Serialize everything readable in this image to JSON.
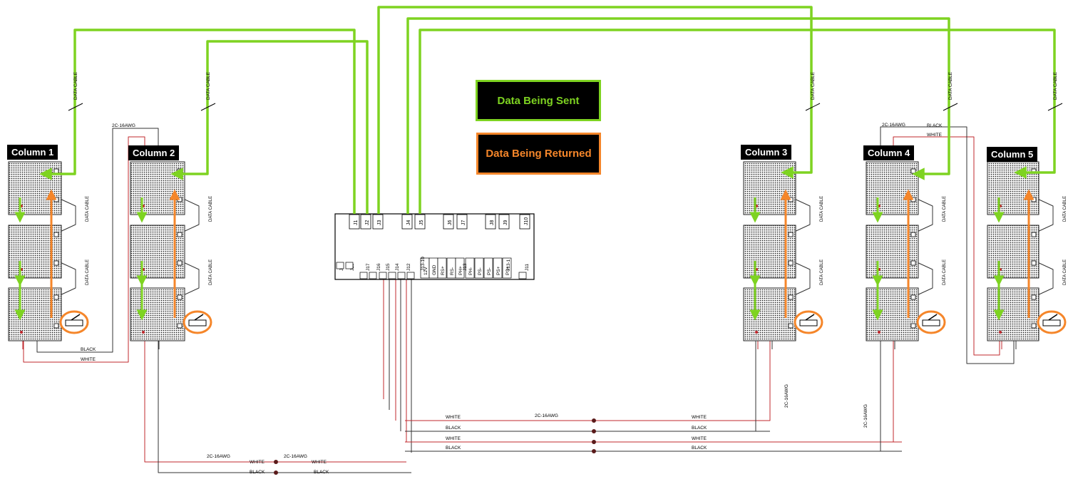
{
  "legend": {
    "sent_label": "Data Being Sent",
    "returned_label": "Data Being Returned",
    "sent_color": "#7ed321",
    "returned_color": "#f5862a"
  },
  "columns": [
    {
      "label": "Column 1"
    },
    {
      "label": "Column 2"
    },
    {
      "label": "Column 3"
    },
    {
      "label": "Column 4"
    },
    {
      "label": "Column 5"
    }
  ],
  "controller": {
    "top_jacks": [
      "J1",
      "J2",
      "J3",
      "J4",
      "J5",
      "J6",
      "J7",
      "J8",
      "J9",
      "J10"
    ],
    "bottom_labels": [
      "J19",
      "J18",
      "J17",
      "J16",
      "J15",
      "J14",
      "J12",
      "J13-10",
      "J13",
      "J13-1",
      "J11"
    ],
    "terminal_labels": [
      "12V",
      "GND",
      "RS+",
      "RS-",
      "PH+",
      "PH-",
      "PS-",
      "PS-",
      "PS+",
      "PS+"
    ]
  },
  "wire_labels": {
    "data_cable": "DATA CABLE",
    "black": "BLACK",
    "white": "WHITE",
    "cable_2c": "2C-16AWG"
  },
  "colors": {
    "wire_red": "#c0282d",
    "wire_dark": "#333333",
    "board_dots": "#1a1a1a"
  }
}
